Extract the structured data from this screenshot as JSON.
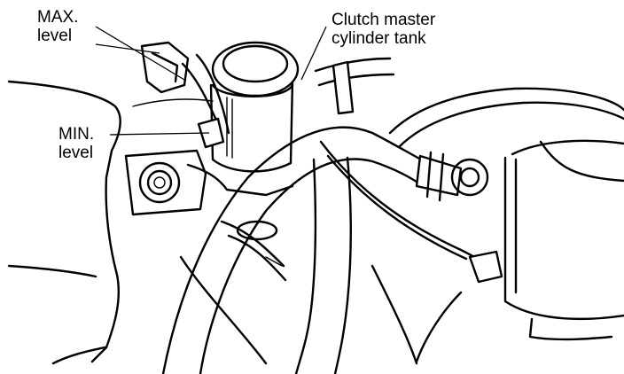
{
  "labels": {
    "max_line1": "MAX.",
    "max_line2": "level",
    "min_line1": "MIN.",
    "min_line2": "level",
    "tank_line1": "Clutch master",
    "tank_line2": "cylinder tank"
  },
  "colors": {
    "ink": "#000000",
    "background": "#ffffff"
  }
}
